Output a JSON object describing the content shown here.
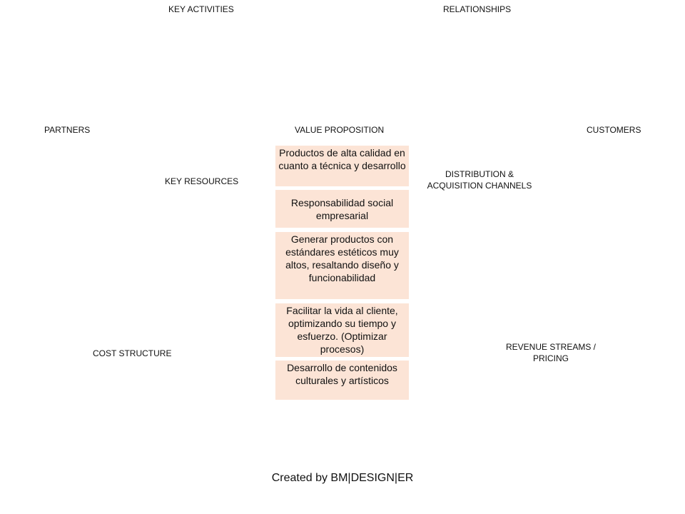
{
  "canvas": {
    "labels": {
      "key_activities": "KEY ACTIVITIES",
      "relationships": "RELATIONSHIPS",
      "partners": "PARTNERS",
      "value_proposition": "VALUE PROPOSITION",
      "customers": "CUSTOMERS",
      "key_resources": "KEY RESOURCES",
      "distribution_line1": "DISTRIBUTION  &",
      "distribution_line2": "ACQUISITION  CHANNELS",
      "cost_structure": "COST  STRUCTURE",
      "revenue_line1": "REVENUE  STREAMS  /",
      "revenue_line2": "PRICING"
    },
    "value_cards": [
      {
        "text": "Productos de alta calidad en cuanto a técnica y desarrollo"
      },
      {
        "text": "Responsabilidad social empresarial"
      },
      {
        "text": "Generar productos con estándares estéticos muy altos, resaltando diseño y funcionabilidad"
      },
      {
        "text": "Facilitar la vida al cliente, optimizando su tiempo y esfuerzo. (Optimizar procesos)"
      },
      {
        "text": "Desarrollo de contenidos culturales y artísticos"
      }
    ],
    "footer": "Created by BM|DESIGN|ER"
  }
}
